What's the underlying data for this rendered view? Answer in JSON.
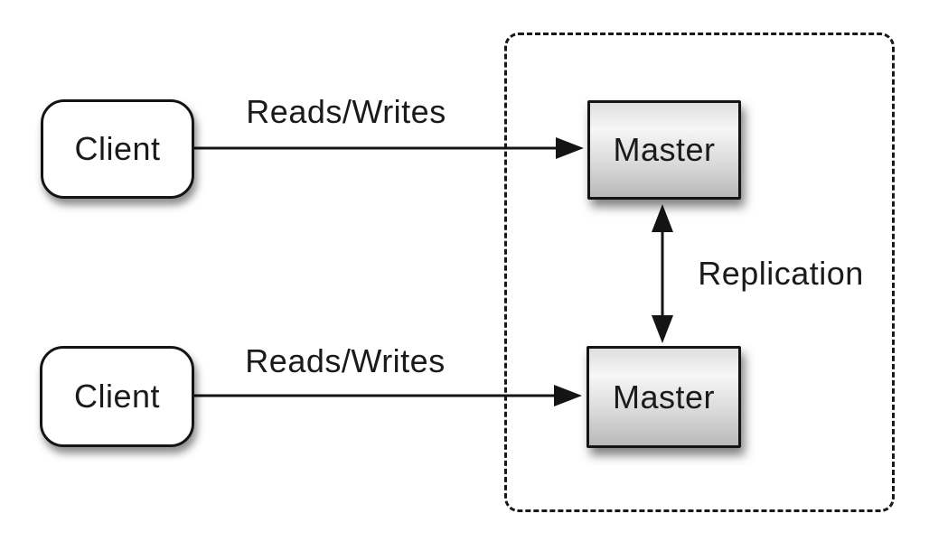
{
  "nodes": {
    "client_top": {
      "label": "Client",
      "type": "client"
    },
    "client_bottom": {
      "label": "Client",
      "type": "client"
    },
    "master_top": {
      "label": "Master",
      "type": "master"
    },
    "master_bottom": {
      "label": "Master",
      "type": "master"
    }
  },
  "edges": {
    "reads_writes_top": {
      "label": "Reads/Writes",
      "from": "client_top",
      "to": "master_top",
      "direction": "one-way"
    },
    "reads_writes_bottom": {
      "label": "Reads/Writes",
      "from": "client_bottom",
      "to": "master_bottom",
      "direction": "one-way"
    },
    "replication": {
      "label": "Replication",
      "from": "master_top",
      "to": "master_bottom",
      "direction": "two-way"
    }
  },
  "groups": {
    "replication_cluster": {
      "style": "dashed-rounded-rectangle",
      "contains": [
        "master_top",
        "master_bottom"
      ]
    }
  },
  "colors": {
    "background": "#ffffff",
    "stroke": "#141414",
    "text": "#1a1a1a",
    "client_fill": "#ffffff",
    "master_fill_top": "#f6f6f6",
    "master_fill_bottom": "#b9b9b9"
  }
}
